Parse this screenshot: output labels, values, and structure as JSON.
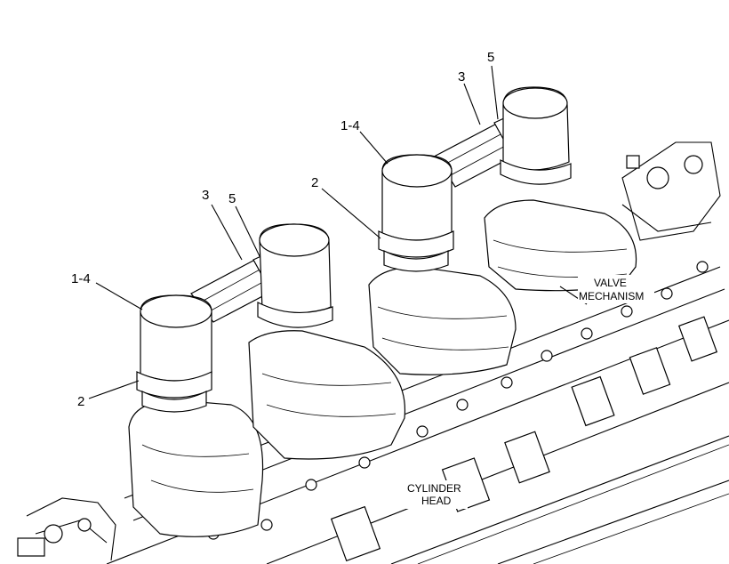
{
  "callouts": {
    "left_1_4": "1-4",
    "left_2": "2",
    "left_3": "3",
    "left_5": "5",
    "right_1_4": "1-4",
    "right_2": "2",
    "right_3": "3",
    "right_5": "5"
  },
  "labels": {
    "valve_line1": "VALVE",
    "valve_line2": "MECHANISM",
    "cyl_line1": "CYLINDER",
    "cyl_line2": "HEAD"
  }
}
